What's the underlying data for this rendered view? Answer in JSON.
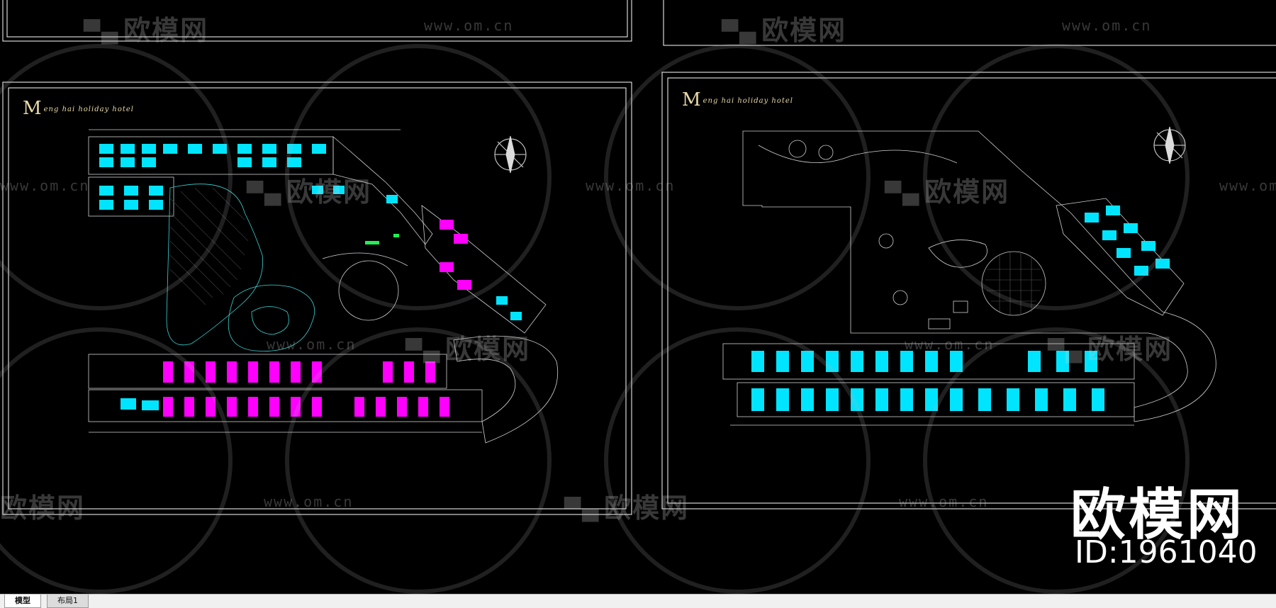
{
  "window": {
    "tabs": [
      {
        "label": "模型",
        "active": true
      },
      {
        "label": "布局1",
        "active": false
      }
    ]
  },
  "sheets": [
    {
      "title_initial": "M",
      "title_rest": "eng hai holiday hotel"
    },
    {
      "title_initial": "M",
      "title_rest": "eng hai holiday hotel"
    }
  ],
  "watermark": {
    "brand": "欧模网",
    "url": "www.om.cn"
  },
  "stamp": {
    "brand": "欧模网",
    "id": "ID:1961040"
  },
  "colors": {
    "background": "#000000",
    "frame": "#ffffff",
    "rooms_cyan": "#00e5ff",
    "rooms_magenta": "#ff00ff",
    "rooms_green": "#22ee55",
    "linework": "#d8d8d8",
    "title_text": "#e8d9a8"
  },
  "icons": [
    "north-arrow-icon",
    "logo-sofa-icon"
  ]
}
